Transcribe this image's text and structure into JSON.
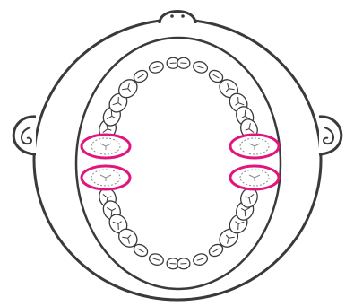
{
  "diagram": {
    "subject": "dental-arch-chart",
    "upper_arch_tooth_count": 14,
    "lower_arch_tooth_count": 14,
    "highlighted_teeth": [
      {
        "arch": "upper",
        "side": "patient-right",
        "tooth": "first-premolar-region"
      },
      {
        "arch": "lower",
        "side": "patient-right",
        "tooth": "first-premolar-region"
      },
      {
        "arch": "upper",
        "side": "patient-left",
        "tooth": "first-premolar-region"
      },
      {
        "arch": "lower",
        "side": "patient-left",
        "tooth": "first-premolar-region"
      }
    ]
  },
  "colors": {
    "outline": "#3a3a3a",
    "highlight": "#e0167e",
    "background": "#ffffff",
    "tooth_detail": "#8a8a8a"
  },
  "icons": [
    "head-outline",
    "nose",
    "ear-left",
    "ear-right",
    "mouth-opening",
    "tooth"
  ]
}
